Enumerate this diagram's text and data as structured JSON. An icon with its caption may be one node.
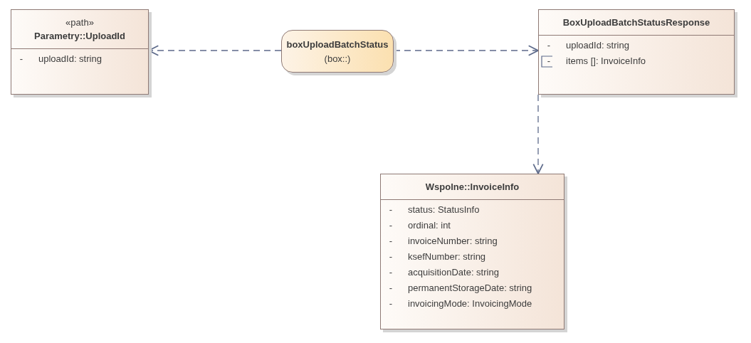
{
  "diagram": {
    "nodes": [
      {
        "text": [
          "«path»",
          "Parametry::UploadId",
          "-",
          "uploadId: string"
        ]
      },
      {
        "text": [
          "boxUploadBatchStatus",
          "(box::)"
        ]
      },
      {
        "text": [
          "BoxUploadBatchStatusResponse",
          "-",
          "uploadId: string",
          "-",
          "items []: InvoiceInfo"
        ]
      },
      {
        "text": [
          "Wspolne::InvoiceInfo",
          "-",
          "status: StatusInfo",
          "-",
          "ordinal: int",
          "-",
          "invoiceNumber: string",
          "-",
          "ksefNumber: string",
          "-",
          "acquisitionDate: string",
          "-",
          "permanentStorageDate: string",
          "-",
          "invoicingMode: InvoicingMode"
        ]
      }
    ],
    "edges": [
      {
        "from": 1,
        "to": 0,
        "arrow": "to",
        "style": "dashed"
      },
      {
        "from": 1,
        "to": 2,
        "arrow": "to",
        "style": "dashed"
      },
      {
        "from": 2,
        "to": 3,
        "arrow": "to",
        "style": "dashed"
      }
    ]
  }
}
